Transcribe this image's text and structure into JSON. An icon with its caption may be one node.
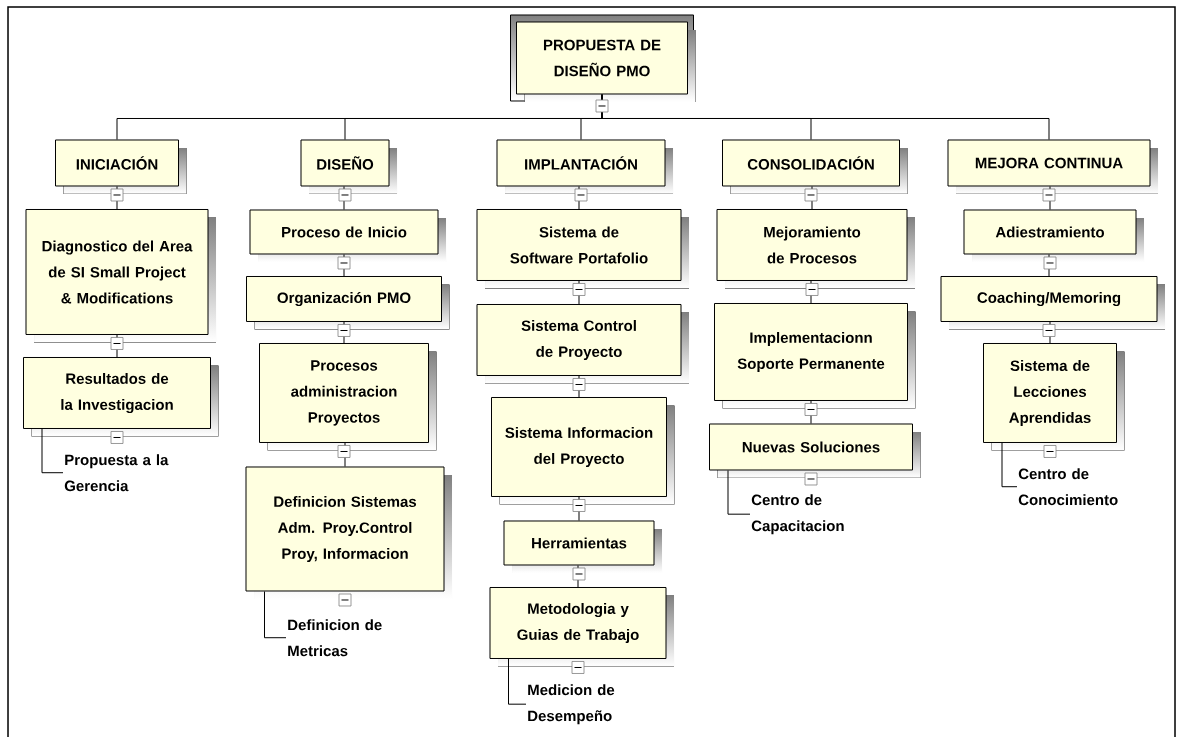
{
  "diagram": {
    "nodes": [
      {
        "text": [
          "PROPUESTA DE DISEÑO PMO"
        ]
      },
      {
        "text": [
          "INICIACIÓN"
        ]
      },
      {
        "text": [
          "DISEÑO"
        ]
      },
      {
        "text": [
          "IMPLANTACIÓN"
        ]
      },
      {
        "text": [
          "CONSOLIDACIÓN"
        ]
      },
      {
        "text": [
          "MEJORA CONTINUA"
        ]
      },
      {
        "text": [
          "Diagnostico del Area de SI Small Project & Modifications"
        ]
      },
      {
        "text": [
          "Resultados de la Investigacion"
        ]
      },
      {
        "text": [
          "Propuesta a la Gerencia"
        ]
      },
      {
        "text": [
          "Proceso de Inicio"
        ]
      },
      {
        "text": [
          "Organización PMO"
        ]
      },
      {
        "text": [
          "Procesos administracion Proyectos"
        ]
      },
      {
        "text": [
          "Definicion Sistemas Adm. Proy.Control Proy, Informacion"
        ]
      },
      {
        "text": [
          "Definicion de Metricas"
        ]
      },
      {
        "text": [
          "Sistema de Software Portafolio"
        ]
      },
      {
        "text": [
          "Sistema Control de Proyecto"
        ]
      },
      {
        "text": [
          "Sistema Informacion del Proyecto"
        ]
      },
      {
        "text": [
          "Herramientas"
        ]
      },
      {
        "text": [
          "Metodologia y Guias de Trabajo"
        ]
      },
      {
        "text": [
          "Medicion de Desempeño"
        ]
      },
      {
        "text": [
          "Mejoramiento de Procesos"
        ]
      },
      {
        "text": [
          "Implementacionn Soporte Permanente"
        ]
      },
      {
        "text": [
          "Nuevas Soluciones"
        ]
      },
      {
        "text": [
          "Centro de Capacitacion"
        ]
      },
      {
        "text": [
          "Adiestramiento"
        ]
      },
      {
        "text": [
          "Coaching/Memoring"
        ]
      },
      {
        "text": [
          "Sistema de Lecciones Aprendidas"
        ]
      },
      {
        "text": [
          "Centro de Conocimiento"
        ]
      }
    ],
    "edges": [
      {
        "from": 0,
        "to": 1,
        "arrow": "none"
      },
      {
        "from": 0,
        "to": 2,
        "arrow": "none"
      },
      {
        "from": 0,
        "to": 3,
        "arrow": "none"
      },
      {
        "from": 0,
        "to": 4,
        "arrow": "none"
      },
      {
        "from": 0,
        "to": 5,
        "arrow": "none"
      },
      {
        "from": 1,
        "to": 6,
        "arrow": "none"
      },
      {
        "from": 6,
        "to": 7,
        "arrow": "none"
      },
      {
        "from": 7,
        "to": 8,
        "arrow": "none"
      },
      {
        "from": 2,
        "to": 9,
        "arrow": "none"
      },
      {
        "from": 9,
        "to": 10,
        "arrow": "none"
      },
      {
        "from": 10,
        "to": 11,
        "arrow": "none"
      },
      {
        "from": 11,
        "to": 12,
        "arrow": "none"
      },
      {
        "from": 12,
        "to": 13,
        "arrow": "none"
      },
      {
        "from": 3,
        "to": 14,
        "arrow": "none"
      },
      {
        "from": 14,
        "to": 15,
        "arrow": "none"
      },
      {
        "from": 15,
        "to": 16,
        "arrow": "none"
      },
      {
        "from": 16,
        "to": 17,
        "arrow": "none"
      },
      {
        "from": 17,
        "to": 18,
        "arrow": "none"
      },
      {
        "from": 18,
        "to": 19,
        "arrow": "none"
      },
      {
        "from": 4,
        "to": 20,
        "arrow": "none"
      },
      {
        "from": 20,
        "to": 21,
        "arrow": "none"
      },
      {
        "from": 21,
        "to": 22,
        "arrow": "none"
      },
      {
        "from": 22,
        "to": 23,
        "arrow": "none"
      },
      {
        "from": 5,
        "to": 24,
        "arrow": "none"
      },
      {
        "from": 24,
        "to": 25,
        "arrow": "none"
      },
      {
        "from": 25,
        "to": 26,
        "arrow": "none"
      },
      {
        "from": 26,
        "to": 27,
        "arrow": "none"
      }
    ]
  }
}
